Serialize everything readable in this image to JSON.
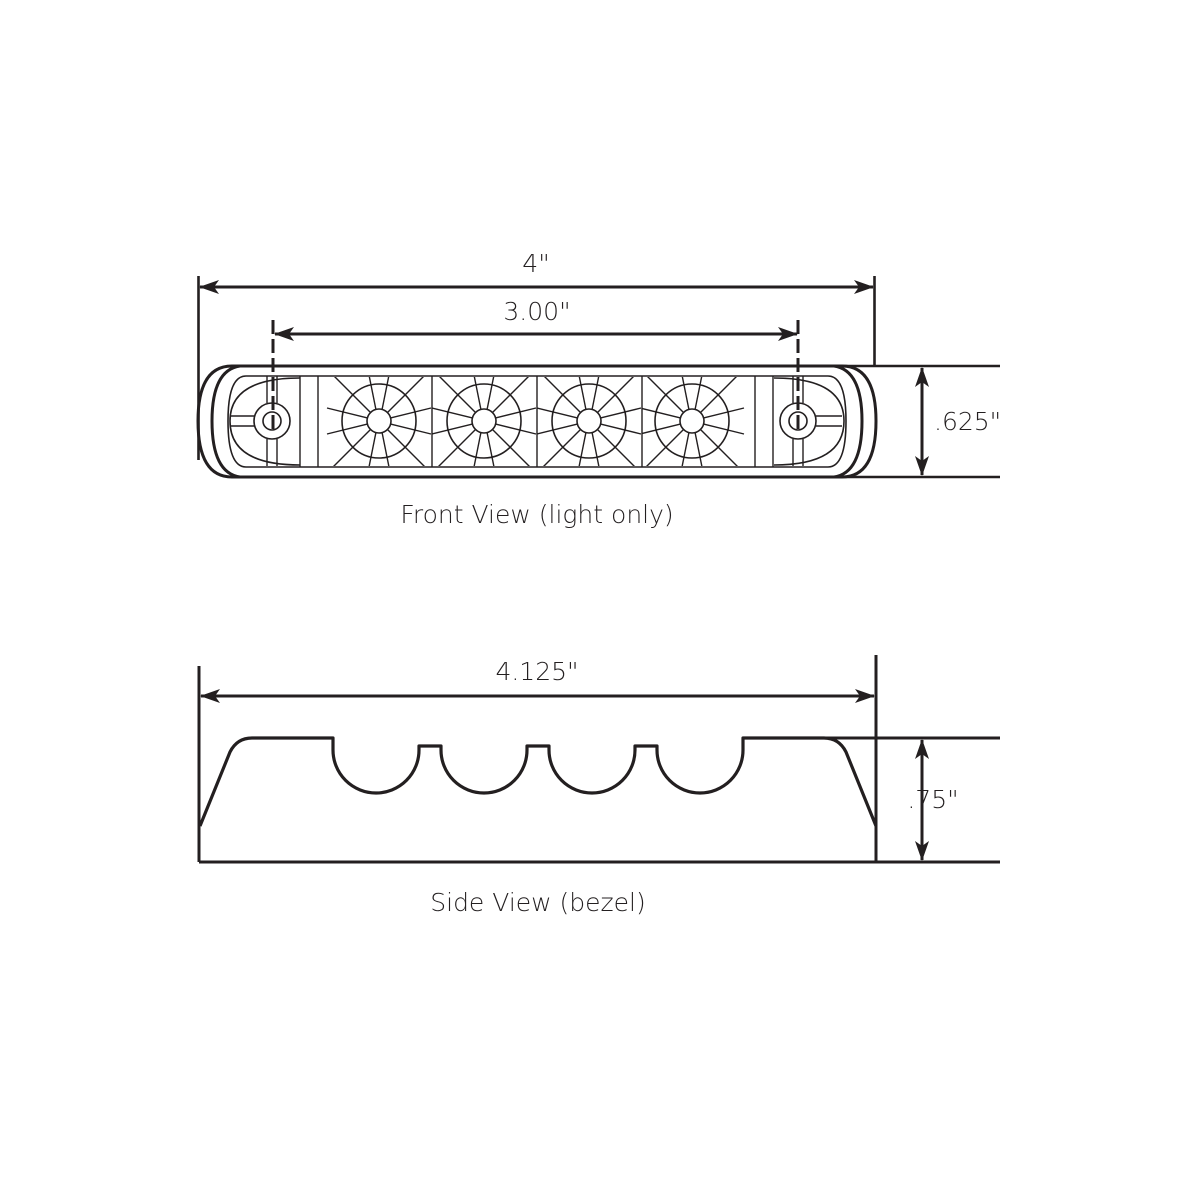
{
  "drawing": {
    "line_color": "#231f20",
    "background": "#ffffff"
  },
  "front_view": {
    "caption": "Front View (light only)",
    "overall_length": {
      "label": "4\"",
      "value_in": 4.0
    },
    "mount_hole_spacing": {
      "label": "3.00\"",
      "value_in": 3.0
    },
    "height": {
      "label": ".625\"",
      "value_in": 0.625
    },
    "led_count": 4,
    "mount_holes": 2
  },
  "side_view": {
    "caption": "Side View (bezel)",
    "overall_length": {
      "label": "4.125\"",
      "value_in": 4.125
    },
    "height": {
      "label": ".75\"",
      "value_in": 0.75
    },
    "scallop_count": 4
  }
}
